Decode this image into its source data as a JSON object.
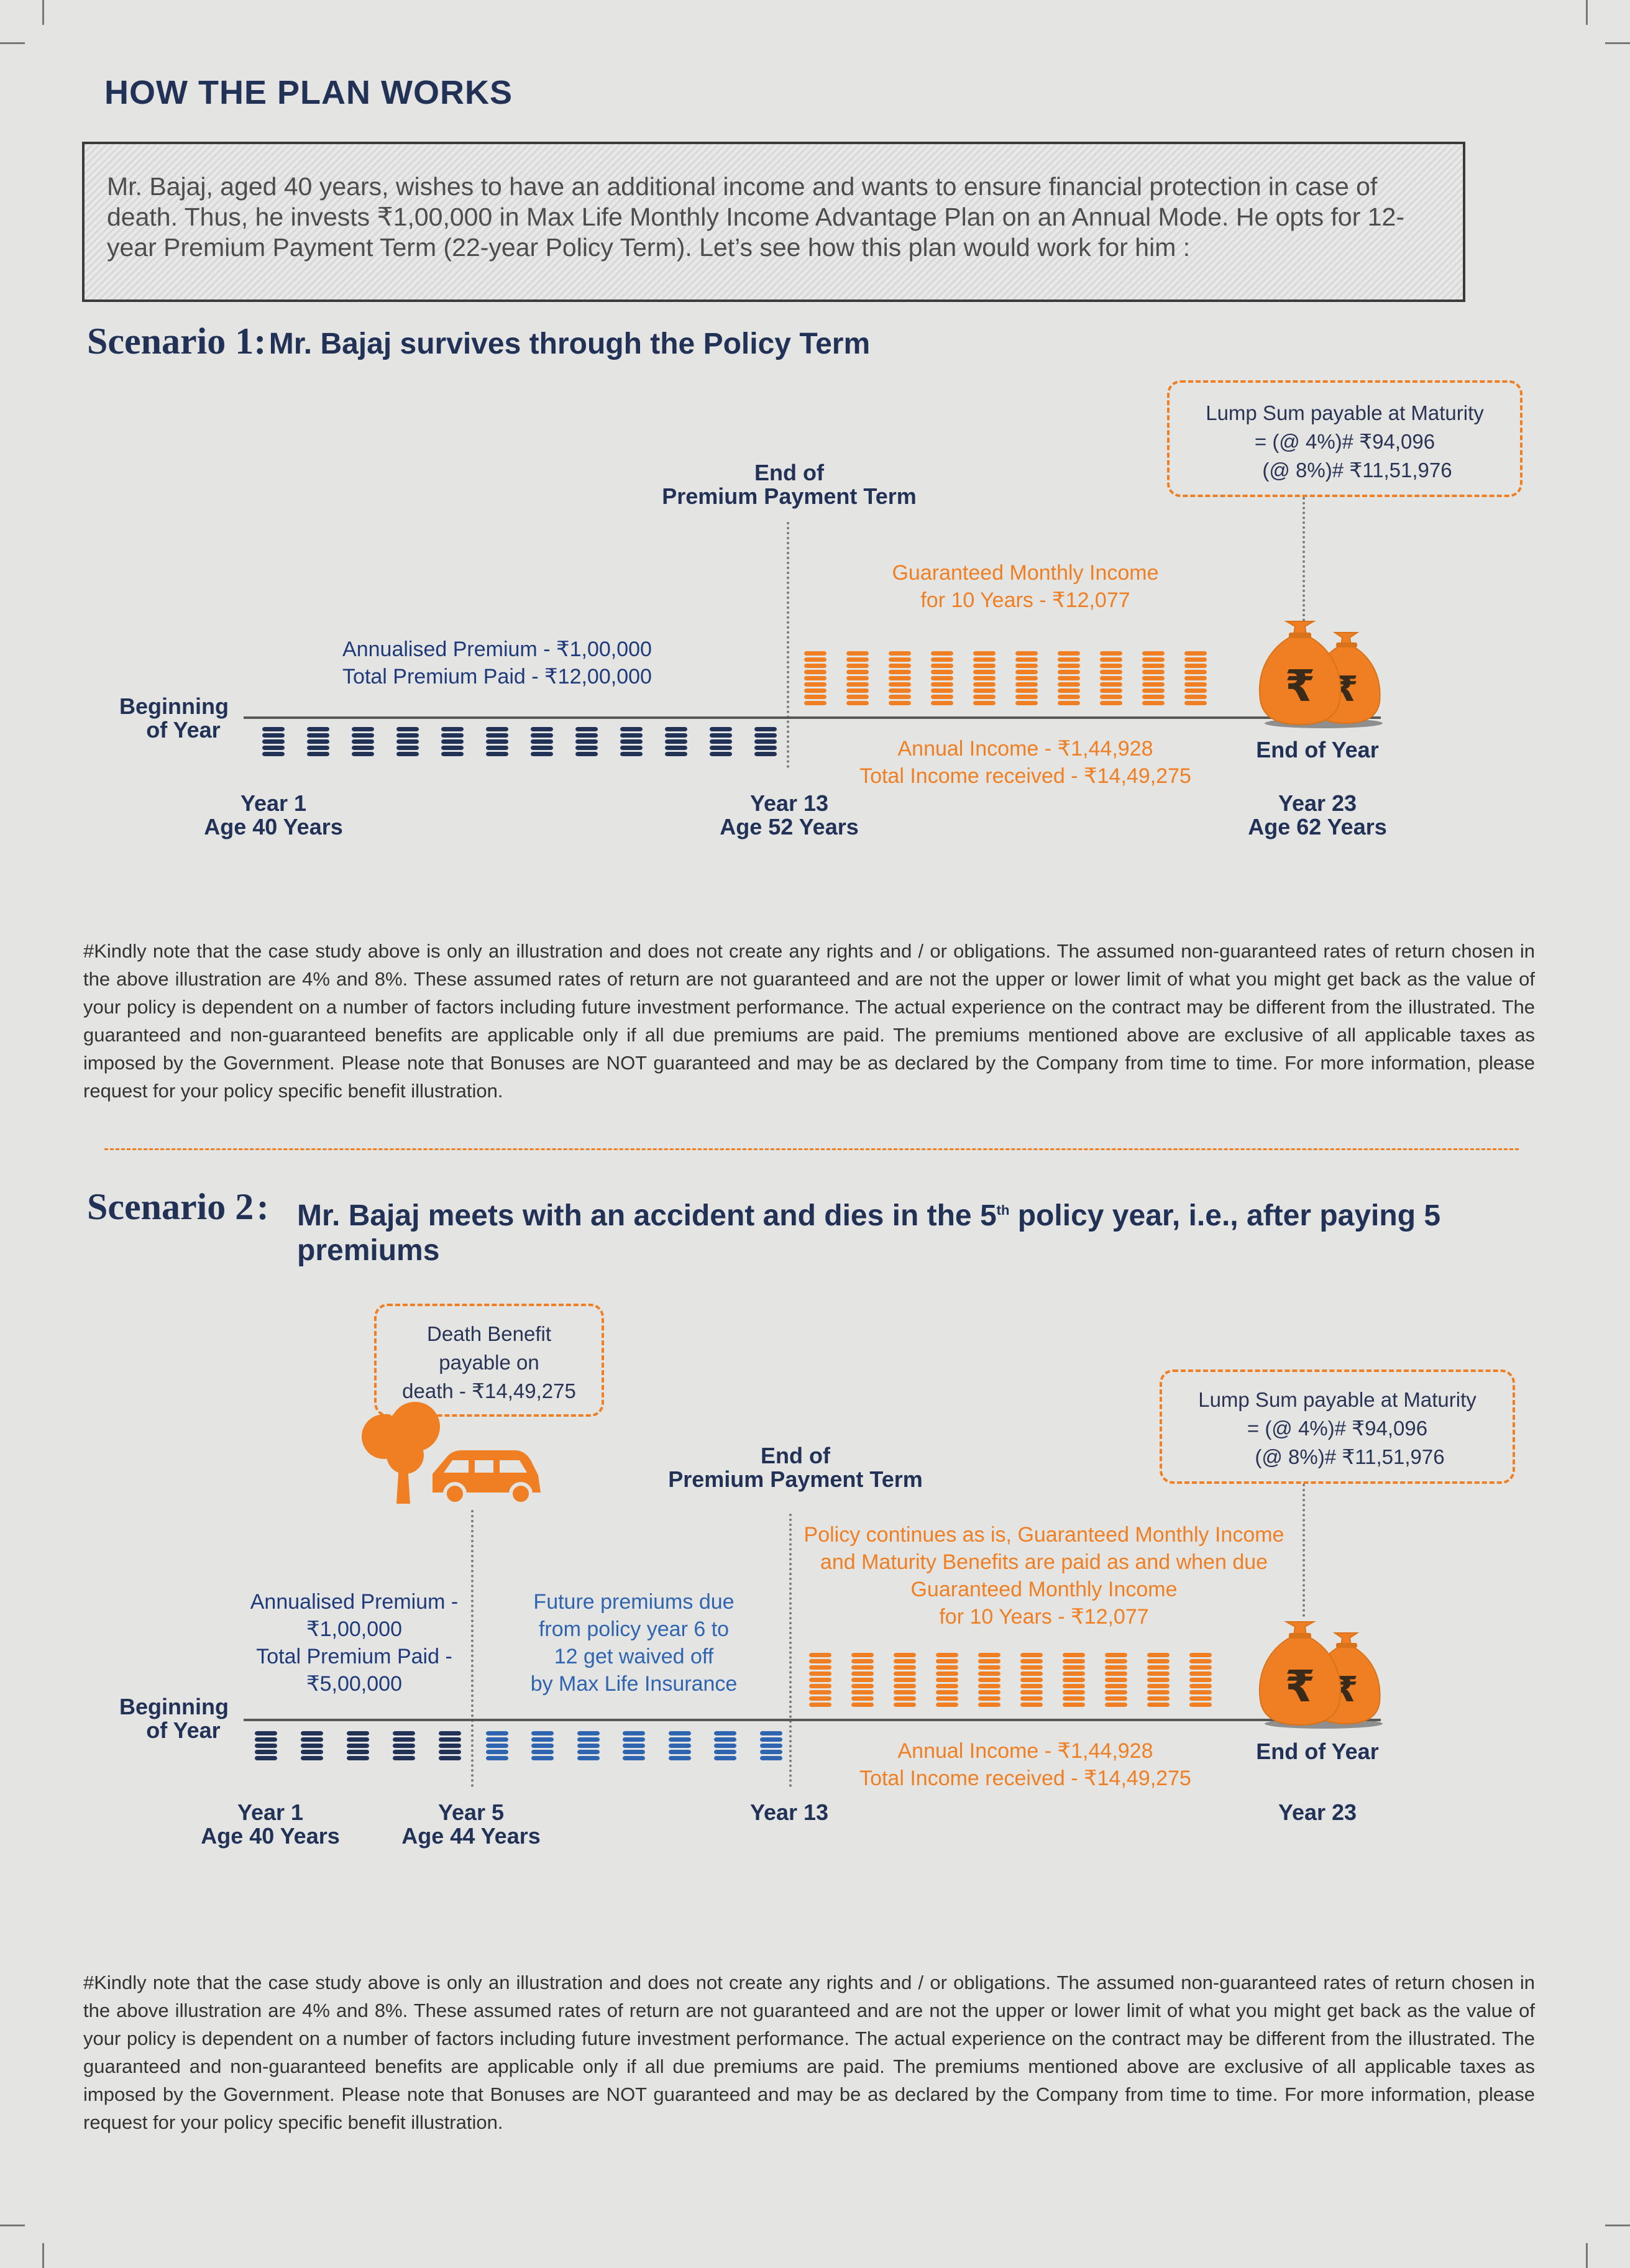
{
  "title": "HOW THE PLAN WORKS",
  "intro": "Mr. Bajaj, aged 40 years, wishes to have an additional income and wants to ensure financial protection in case of death. Thus, he invests ₹1,00,000 in Max Life Monthly Income Advantage Plan on an Annual Mode. He opts for 12-year Premium Payment Term (22-year Policy Term). Let’s see how this plan would work for him :",
  "colors": {
    "navy": "#223257",
    "orange": "#ef7f22",
    "mid_blue": "#2f64b0",
    "background": "#e4e4e3"
  },
  "scenario1": {
    "label": "Scenario 1",
    "colon": ":",
    "heading": "Mr. Bajaj survives through the Policy Term",
    "lump_sum": {
      "line1": "Lump Sum payable at Maturity",
      "line2": "= (@ 4%)# ₹94,096",
      "line3": "(@ 8%)# ₹11,51,976"
    },
    "end_ppt": {
      "line1": "End of",
      "line2": "Premium Payment Term"
    },
    "guaranteed": {
      "line1": "Guaranteed Monthly Income",
      "line2": "for 10 Years - ₹12,077"
    },
    "premium": {
      "line1": "Annualised Premium - ₹1,00,000",
      "line2": "Total Premium Paid - ₹12,00,000"
    },
    "beginning": {
      "line1": "Beginning",
      "line2": "of Year"
    },
    "annual_income": {
      "line1": "Annual Income - ₹1,44,928",
      "line2": "Total Income received - ₹14,49,275"
    },
    "end_of_year": "End of Year",
    "ticks": [
      {
        "year": "Year 1",
        "age": "Age 40 Years"
      },
      {
        "year": "Year 13",
        "age": "Age 52 Years"
      },
      {
        "year": "Year 23",
        "age": "Age 62 Years"
      }
    ],
    "premium_coin_count": 12,
    "income_coin_count": 10,
    "note": "#Kindly note that the case study above is only an illustration and does not create any rights and / or obligations. The assumed non-guaranteed rates of return chosen in the above illustration are 4% and 8%. These assumed rates of return are not guaranteed and are not the upper or lower limit of what you might get back as the value of your policy is dependent on a number of factors including future investment performance. The actual experience on the contract may be different from the illustrated. The guaranteed and non-guaranteed benefits are applicable only if all due premiums are paid. The premiums mentioned above are exclusive of all applicable taxes as imposed by the Government. Please note that Bonuses are NOT guaranteed and may be as declared by the Company from time to time. For more information, please request for your policy specific benefit illustration."
  },
  "scenario2": {
    "label": "Scenario 2",
    "colon": ":",
    "heading_line1": "Mr. Bajaj meets with an accident and dies in the 5",
    "heading_sup": "th",
    "heading_rest": " policy year, i.e., after paying 5",
    "heading_line2": "premiums",
    "death_benefit": {
      "line1": "Death Benefit",
      "line2": "payable on",
      "line3": "death - ₹14,49,275"
    },
    "lump_sum": {
      "line1": "Lump Sum payable at Maturity",
      "line2": "= (@ 4%)# ₹94,096",
      "line3": "(@ 8%)# ₹11,51,976"
    },
    "end_ppt": {
      "line1": "End of",
      "line2": "Premium Payment Term"
    },
    "continues": {
      "line1": "Policy continues as is, Guaranteed Monthly Income",
      "line2": "and Maturity Benefits are paid as and when due",
      "line3": "Guaranteed Monthly Income",
      "line4": "for 10 Years - ₹12,077"
    },
    "premium": {
      "line1": "Annualised Premium -",
      "line2": "₹1,00,000",
      "line3": "Total Premium Paid -",
      "line4": "₹5,00,000"
    },
    "waived": {
      "line1": "Future premiums due",
      "line2": "from policy year 6 to",
      "line3": "12 get waived off",
      "line4": "by Max Life Insurance"
    },
    "beginning": {
      "line1": "Beginning",
      "line2": "of Year"
    },
    "annual_income": {
      "line1": "Annual Income  - ₹1,44,928",
      "line2": "Total Income received - ₹14,49,275"
    },
    "end_of_year": "End of Year",
    "ticks": [
      {
        "year": "Year 1",
        "age": "Age 40 Years"
      },
      {
        "year": "Year 5",
        "age": "Age 44 Years"
      },
      {
        "year": "Year 13",
        "age": ""
      },
      {
        "year": "Year 23",
        "age": ""
      }
    ],
    "paid_coin_count": 5,
    "waived_coin_count": 7,
    "income_coin_count": 10,
    "note": "#Kindly note that the case study above is only an illustration and does not create any rights and / or obligations. The assumed non-guaranteed rates of return chosen in the above illustration are 4% and 8%. These assumed rates of return are not guaranteed and are not the upper or lower limit of what you might get back as the value of your policy is dependent on a number of factors including future investment performance. The actual experience on the contract may be different from the illustrated. The guaranteed and non-guaranteed benefits are applicable only if all due premiums are paid. The premiums mentioned above are exclusive of all applicable taxes as imposed by the Government. Please note that Bonuses are NOT guaranteed and may be as declared by the Company from time to time. For more information, please request for your policy specific benefit illustration."
  }
}
